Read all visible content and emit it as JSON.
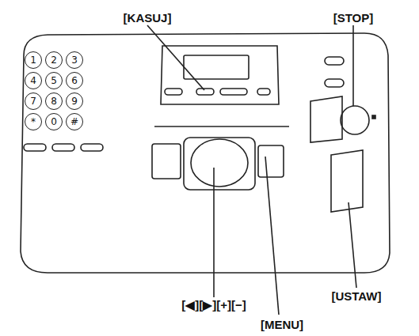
{
  "diagram": {
    "nodes": [
      {
        "text": [
          "1"
        ]
      },
      {
        "text": [
          "2"
        ]
      },
      {
        "text": [
          "3"
        ]
      },
      {
        "text": [
          "4"
        ]
      },
      {
        "text": [
          "5"
        ]
      },
      {
        "text": [
          "6"
        ]
      },
      {
        "text": [
          "7"
        ]
      },
      {
        "text": [
          "8"
        ]
      },
      {
        "text": [
          "9"
        ]
      },
      {
        "text": [
          "*"
        ]
      },
      {
        "text": [
          "0"
        ]
      },
      {
        "text": [
          "#"
        ]
      }
    ],
    "labels": [
      "[KASUJ]",
      "[STOP]",
      "[◀][▶][+][−]",
      "[USTAW]",
      "[MENU]"
    ]
  }
}
